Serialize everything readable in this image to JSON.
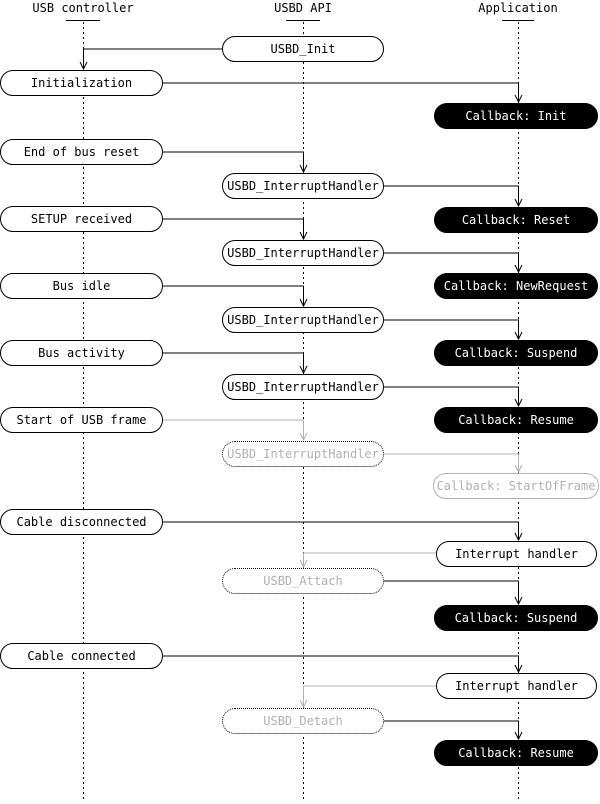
{
  "columns": {
    "left": "USB controller",
    "center": "USBD API",
    "right": "Application"
  },
  "nodes": {
    "usbd_init": "USBD_Init",
    "initialization": "Initialization",
    "callback_init": "Callback: Init",
    "end_of_bus_reset": "End of bus reset",
    "ih1": "USBD_InterruptHandler",
    "callback_reset": "Callback: Reset",
    "setup_received": "SETUP received",
    "ih2": "USBD_InterruptHandler",
    "callback_newrequest": "Callback: NewRequest",
    "bus_idle": "Bus idle",
    "ih3": "USBD_InterruptHandler",
    "callback_suspend_1": "Callback: Suspend",
    "bus_activity": "Bus activity",
    "ih4": "USBD_InterruptHandler",
    "callback_resume_1": "Callback: Resume",
    "start_of_usb_frame": "Start of USB frame",
    "ih5": "USBD_InterruptHandler",
    "callback_startofframe": "Callback: StartOfFrame",
    "cable_disconnected": "Cable disconnected",
    "interrupt_handler_1": "Interrupt handler",
    "usbd_attach": "USBD_Attach",
    "callback_suspend_2": "Callback: Suspend",
    "cable_connected": "Cable connected",
    "interrupt_handler_2": "Interrupt handler",
    "usbd_detach": "USBD_Detach",
    "callback_resume_2": "Callback: Resume"
  },
  "edges": [
    {
      "from": "usbd_init",
      "to": "initialization",
      "style": "active"
    },
    {
      "from": "initialization",
      "to": "callback_init",
      "style": "active"
    },
    {
      "from": "end_of_bus_reset",
      "to": "ih1",
      "style": "active"
    },
    {
      "from": "ih1",
      "to": "callback_reset",
      "style": "active"
    },
    {
      "from": "setup_received",
      "to": "ih2",
      "style": "active"
    },
    {
      "from": "ih2",
      "to": "callback_newrequest",
      "style": "active"
    },
    {
      "from": "bus_idle",
      "to": "ih3",
      "style": "active"
    },
    {
      "from": "ih3",
      "to": "callback_suspend_1",
      "style": "active"
    },
    {
      "from": "bus_activity",
      "to": "ih4",
      "style": "active"
    },
    {
      "from": "ih4",
      "to": "callback_resume_1",
      "style": "active"
    },
    {
      "from": "start_of_usb_frame",
      "to": "ih5",
      "style": "inactive"
    },
    {
      "from": "ih5",
      "to": "callback_startofframe",
      "style": "inactive"
    },
    {
      "from": "cable_disconnected",
      "to": "interrupt_handler_1",
      "style": "active"
    },
    {
      "from": "interrupt_handler_1",
      "to": "usbd_attach",
      "style": "inactive"
    },
    {
      "from": "usbd_attach",
      "to": "callback_suspend_2",
      "style": "active"
    },
    {
      "from": "cable_connected",
      "to": "interrupt_handler_2",
      "style": "active"
    },
    {
      "from": "interrupt_handler_2",
      "to": "usbd_detach",
      "style": "inactive"
    },
    {
      "from": "usbd_detach",
      "to": "callback_resume_2",
      "style": "active"
    }
  ],
  "colors": {
    "foreground": "#000000",
    "background": "#ffffff",
    "inactive": "#b0b0b0",
    "callback_bg": "#000000",
    "callback_text": "#ffffff"
  }
}
